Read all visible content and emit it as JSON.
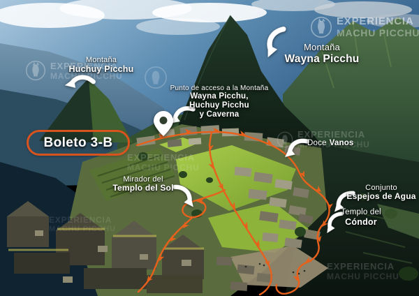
{
  "colors": {
    "route": "#e8611c",
    "badge_border": "#d9531e",
    "label_text": "#ffffff"
  },
  "badge": {
    "label": "Boleto 3-B"
  },
  "labels": {
    "huchuy": {
      "line1": "Montaña",
      "line2": "Huchuy Picchu"
    },
    "wayna": {
      "line1": "Montaña",
      "line2": "Wayna Picchu"
    },
    "access": {
      "line1": "Punto de acceso a la Montaña",
      "line2": "Wayna Picchu,",
      "line3": "Huchuy Picchu",
      "line4": "y Caverna"
    },
    "doce": {
      "regular": "Doce",
      "bold": "Vanos"
    },
    "mirador": {
      "line1": "Mirador del",
      "line2": "Templo del Sol"
    },
    "espejos": {
      "line1": "Conjunto",
      "line2": "Espejos de Agua"
    },
    "condor": {
      "line1": "Templo del",
      "line2": "Cóndor"
    }
  },
  "watermark": {
    "line1": "EXPERIENCIA",
    "line2": "MACHU PICCHU"
  },
  "icons": {
    "map_pin": "map-pin-icon",
    "curved_arrow": "curved-arrow-icon",
    "llama_logo": "llama-logo-icon",
    "route_chevron": "route-arrow-icon"
  }
}
